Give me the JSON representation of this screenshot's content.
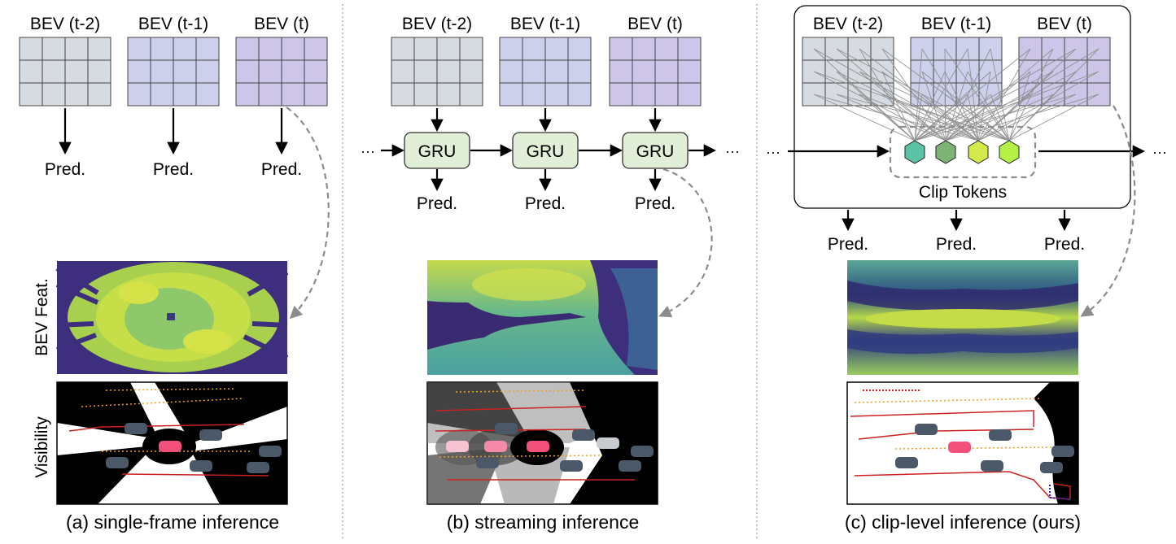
{
  "panels": [
    {
      "bev_labels": [
        "BEV (t-2)",
        "BEV (t-1)",
        "BEV (t)"
      ],
      "pred_label": "Pred.",
      "caption": "(a) single-frame inference"
    },
    {
      "bev_labels": [
        "BEV (t-2)",
        "BEV (t-1)",
        "BEV (t)"
      ],
      "gru_label": "GRU",
      "pred_label": "Pred.",
      "ellipsis": "···",
      "caption": "(b) streaming inference"
    },
    {
      "bev_labels": [
        "BEV (t-2)",
        "BEV (t-1)",
        "BEV (t)"
      ],
      "clip_tokens_label": "Clip Tokens",
      "pred_label": "Pred.",
      "ellipsis": "···",
      "caption": "(c) clip-level inference (ours)"
    }
  ],
  "row_labels": {
    "feat": "BEV Feat.",
    "visibility": "Visibility"
  },
  "colors": {
    "bev_t2": "#d6dbe2",
    "bev_t1": "#ccd0ea",
    "bev_t": "#cdc6e8",
    "gru_fill": "#e1efd9",
    "token_colors": [
      "#5cc2a6",
      "#7fb277",
      "#d4ea4a",
      "#b4f046"
    ],
    "ego_car": "#f0507a",
    "other_car": "#4a5868",
    "traj_orange": "#f0a020",
    "traj_red": "#cc2020",
    "traj_blue": "#2020cc"
  }
}
